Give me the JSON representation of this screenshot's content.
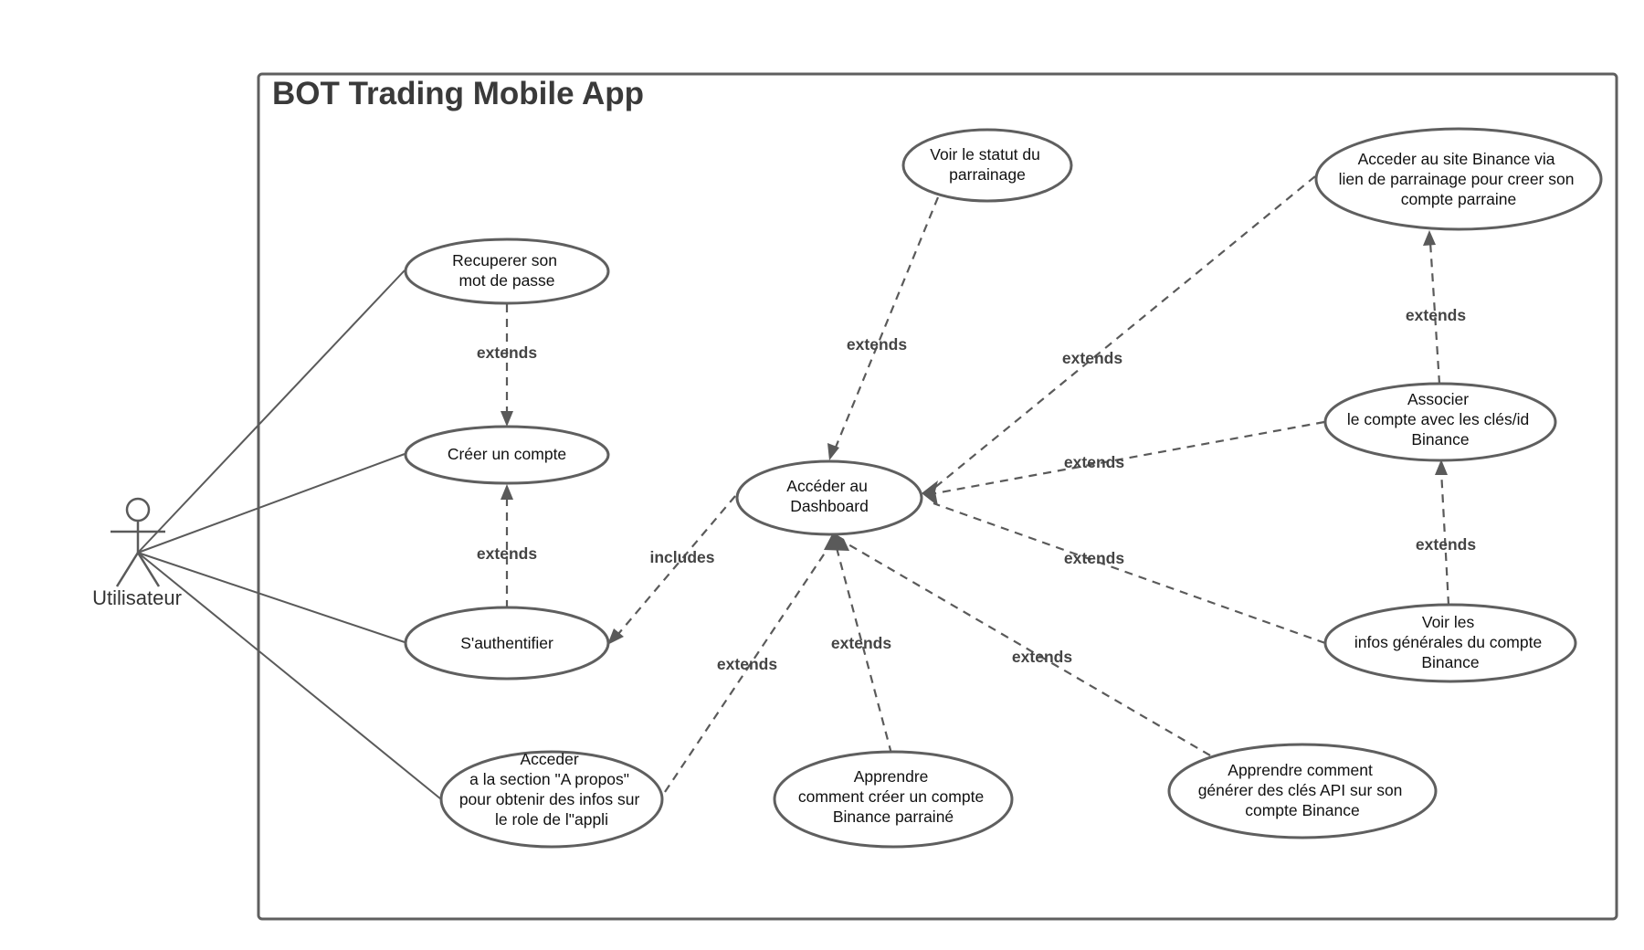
{
  "system": {
    "title": "BOT Trading Mobile App"
  },
  "actor": {
    "name": "Utilisateur",
    "icon": "stick-figure-icon"
  },
  "use_cases": {
    "recuperer": [
      "Recuperer son",
      "mot de passe"
    ],
    "creer": [
      "Créer un compte"
    ],
    "auth": [
      "S'authentifier"
    ],
    "apropos": [
      "Acceder",
      "a la section \"A propos\"",
      "pour obtenir des infos sur",
      "le role de l\"appli"
    ],
    "dashboard": [
      "Accéder au",
      "Dashboard"
    ],
    "statut": [
      "Voir le statut du",
      "parrainage"
    ],
    "apprendre_compte": [
      "Apprendre",
      "comment créer un compte",
      "Binance parrainé"
    ],
    "apprendre_api": [
      "Apprendre comment",
      "générer des clés API sur son",
      "compte Binance"
    ],
    "site_binance": [
      "Acceder au site Binance via",
      "lien de parrainage pour creer son",
      "compte parraine"
    ],
    "associer": [
      "Associer",
      "le compte avec les clés/id",
      "Binance"
    ],
    "infos": [
      "Voir les",
      "infos générales du compte",
      "Binance"
    ]
  },
  "relations": {
    "extends": "extends",
    "includes": "includes"
  },
  "colors": {
    "stroke": "#5f5f5f",
    "text": "#111111",
    "label": "#444444"
  }
}
